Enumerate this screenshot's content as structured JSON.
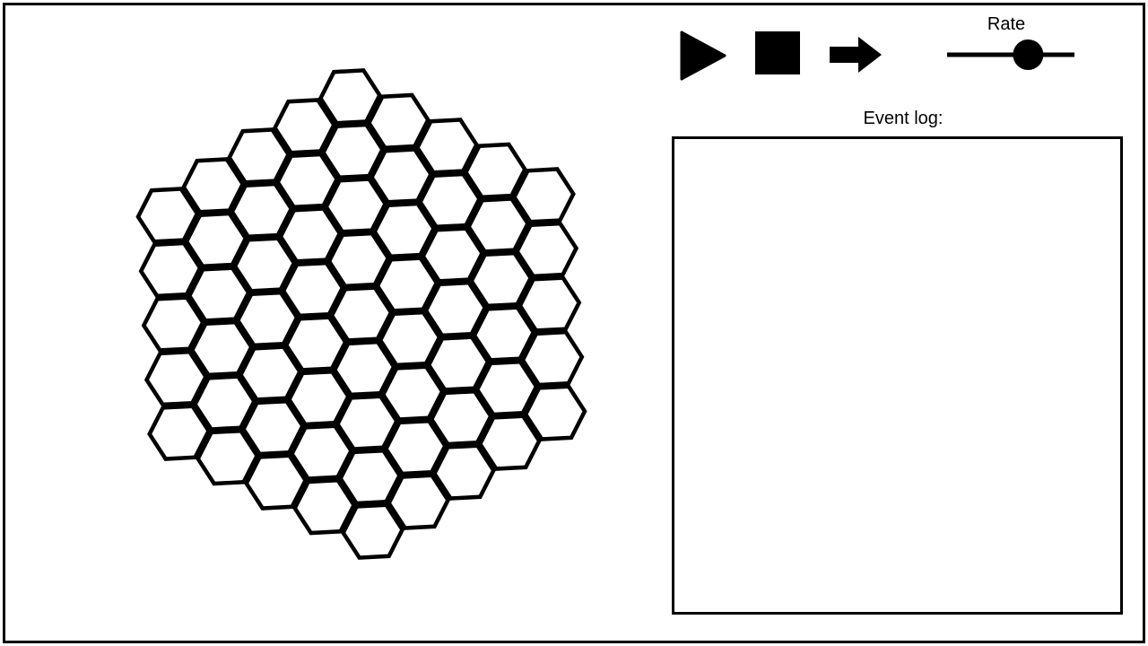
{
  "toolbar": {
    "play": {
      "icon": "play-icon"
    },
    "stop": {
      "icon": "stop-icon"
    },
    "step": {
      "icon": "arrow-right-icon"
    },
    "rate": {
      "label": "Rate",
      "value": 0.68
    }
  },
  "event_log": {
    "label": "Event log:",
    "entries": []
  },
  "board": {
    "shape": "hexagon",
    "radius": 4,
    "cell_count": 61,
    "cell_shape": "hexagon"
  },
  "colors": {
    "stroke": "#000000",
    "background": "#ffffff"
  }
}
